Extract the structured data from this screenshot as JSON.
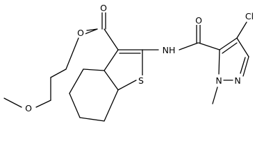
{
  "molecule": {
    "atoms": {
      "ester_O_carbonyl": "O",
      "ester_O_link": "O",
      "ether_O": "O",
      "amide_O": "O",
      "amide_NH": "NH",
      "thiophene_S": "S",
      "chloro": "Cl",
      "pyrazole_N1": "N",
      "pyrazole_N2": "N"
    }
  },
  "colors": {
    "bond": "#000000",
    "background": "#ffffff"
  }
}
